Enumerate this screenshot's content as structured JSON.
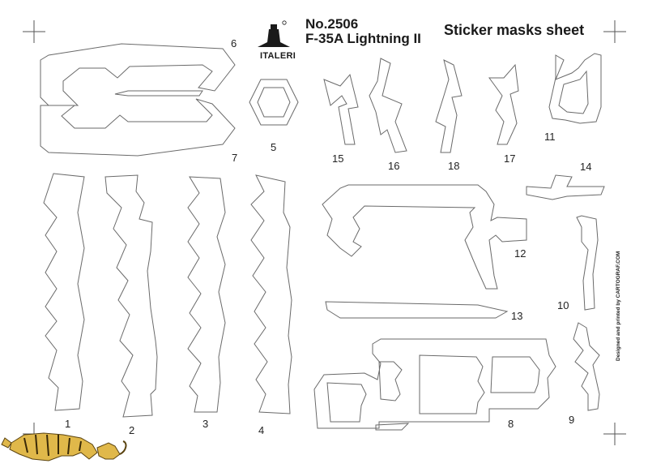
{
  "header": {
    "model_number": "No.2506",
    "model_name": "F-35A Lightning II",
    "sheet_title": "Sticker masks sheet",
    "brand": "ITALERI"
  },
  "credit": "Designed and printed by CARTOGRAF.COM",
  "masks": [
    {
      "id": "mask-1",
      "label": "1"
    },
    {
      "id": "mask-2",
      "label": "2"
    },
    {
      "id": "mask-3",
      "label": "3"
    },
    {
      "id": "mask-4",
      "label": "4"
    },
    {
      "id": "mask-5",
      "label": "5"
    },
    {
      "id": "mask-6",
      "label": "6"
    },
    {
      "id": "mask-7",
      "label": "7"
    },
    {
      "id": "mask-8",
      "label": "8"
    },
    {
      "id": "mask-9",
      "label": "9"
    },
    {
      "id": "mask-10",
      "label": "10"
    },
    {
      "id": "mask-11",
      "label": "11"
    },
    {
      "id": "mask-12",
      "label": "12"
    },
    {
      "id": "mask-13",
      "label": "13"
    },
    {
      "id": "mask-14",
      "label": "14"
    },
    {
      "id": "mask-15",
      "label": "15"
    },
    {
      "id": "mask-16",
      "label": "16"
    },
    {
      "id": "mask-17",
      "label": "17"
    },
    {
      "id": "mask-18",
      "label": "18"
    }
  ],
  "colors": {
    "background": "#ffffff",
    "outline": "#6a6a6a",
    "text": "#1a1a1a",
    "mascot_fill": "#e0b84a"
  },
  "icons": [
    "registration-mark-icon",
    "italeri-logo-icon",
    "tiger-mascot-icon"
  ]
}
